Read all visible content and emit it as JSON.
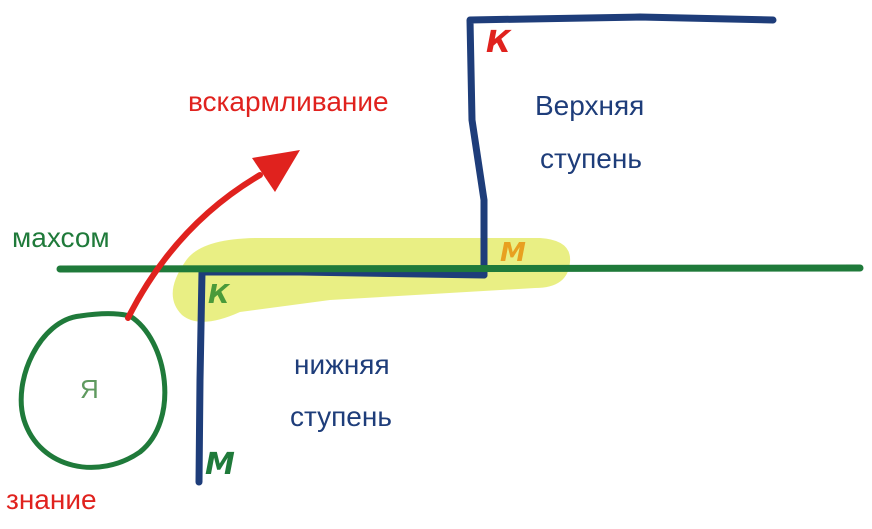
{
  "labels": {
    "feeding": "вскармливание",
    "upper_step_line1": "Верхняя",
    "upper_step_line2": "ступень",
    "maxsom": "махсом",
    "lower_step_line1": "нижняя",
    "lower_step_line2": "ступень",
    "self": "Я",
    "knowledge": "знание",
    "k_upper": "К",
    "m_middle": "М",
    "k_lower": "К",
    "m_bottom": "М"
  },
  "colors": {
    "red": "#e0221e",
    "navy": "#1e3d7a",
    "green": "#1f7a3a",
    "highlight": "#d7e21f"
  }
}
